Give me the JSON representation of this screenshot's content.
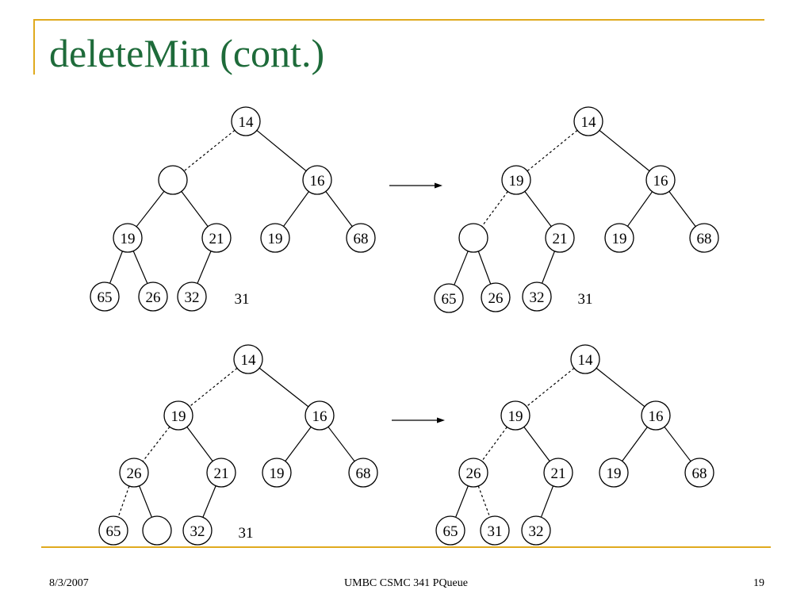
{
  "slide": {
    "title": "deleteMin (cont.)",
    "footer_date": "8/3/2007",
    "footer_center": "UMBC CSMC 341 PQueue",
    "page_number": "19"
  },
  "colors": {
    "title": "#1e6b3a",
    "rule": "#e0aa1e"
  },
  "diagram": {
    "description_free": true,
    "panels": [
      {
        "id": "top-left",
        "nodes": [
          {
            "id": "a",
            "label": "14"
          },
          {
            "id": "b",
            "label": ""
          },
          {
            "id": "c",
            "label": "16"
          },
          {
            "id": "d",
            "label": "19"
          },
          {
            "id": "e",
            "label": "21"
          },
          {
            "id": "f",
            "label": "19"
          },
          {
            "id": "g",
            "label": "68"
          },
          {
            "id": "h",
            "label": "65"
          },
          {
            "id": "i",
            "label": "26"
          },
          {
            "id": "j",
            "label": "32"
          }
        ],
        "edges": [
          {
            "from": "a",
            "to": "b",
            "style": "dashed"
          },
          {
            "from": "a",
            "to": "c",
            "style": "solid"
          },
          {
            "from": "b",
            "to": "d",
            "style": "solid"
          },
          {
            "from": "b",
            "to": "e",
            "style": "solid"
          },
          {
            "from": "c",
            "to": "f",
            "style": "solid"
          },
          {
            "from": "c",
            "to": "g",
            "style": "solid"
          },
          {
            "from": "d",
            "to": "h",
            "style": "solid"
          },
          {
            "from": "d",
            "to": "i",
            "style": "solid"
          },
          {
            "from": "e",
            "to": "j",
            "style": "solid"
          }
        ],
        "floating_label": "31"
      },
      {
        "id": "top-right",
        "nodes": [
          {
            "id": "a",
            "label": "14"
          },
          {
            "id": "b",
            "label": "19"
          },
          {
            "id": "c",
            "label": "16"
          },
          {
            "id": "d",
            "label": ""
          },
          {
            "id": "e",
            "label": "21"
          },
          {
            "id": "f",
            "label": "19"
          },
          {
            "id": "g",
            "label": "68"
          },
          {
            "id": "h",
            "label": "65"
          },
          {
            "id": "i",
            "label": "26"
          },
          {
            "id": "j",
            "label": "32"
          }
        ],
        "edges": [
          {
            "from": "a",
            "to": "b",
            "style": "dashed"
          },
          {
            "from": "a",
            "to": "c",
            "style": "solid"
          },
          {
            "from": "b",
            "to": "d",
            "style": "dashed"
          },
          {
            "from": "b",
            "to": "e",
            "style": "solid"
          },
          {
            "from": "c",
            "to": "f",
            "style": "solid"
          },
          {
            "from": "c",
            "to": "g",
            "style": "solid"
          },
          {
            "from": "d",
            "to": "h",
            "style": "solid"
          },
          {
            "from": "d",
            "to": "i",
            "style": "solid"
          },
          {
            "from": "e",
            "to": "j",
            "style": "solid"
          }
        ],
        "floating_label": "31"
      },
      {
        "id": "bottom-left",
        "nodes": [
          {
            "id": "a",
            "label": "14"
          },
          {
            "id": "b",
            "label": "19"
          },
          {
            "id": "c",
            "label": "16"
          },
          {
            "id": "d",
            "label": "26"
          },
          {
            "id": "e",
            "label": "21"
          },
          {
            "id": "f",
            "label": "19"
          },
          {
            "id": "g",
            "label": "68"
          },
          {
            "id": "h",
            "label": "65"
          },
          {
            "id": "i",
            "label": ""
          },
          {
            "id": "j",
            "label": "32"
          }
        ],
        "edges": [
          {
            "from": "a",
            "to": "b",
            "style": "dashed"
          },
          {
            "from": "a",
            "to": "c",
            "style": "solid"
          },
          {
            "from": "b",
            "to": "d",
            "style": "dashed"
          },
          {
            "from": "b",
            "to": "e",
            "style": "solid"
          },
          {
            "from": "c",
            "to": "f",
            "style": "solid"
          },
          {
            "from": "c",
            "to": "g",
            "style": "solid"
          },
          {
            "from": "d",
            "to": "h",
            "style": "dashed"
          },
          {
            "from": "d",
            "to": "i",
            "style": "solid"
          },
          {
            "from": "e",
            "to": "j",
            "style": "solid"
          }
        ],
        "floating_label": "31"
      },
      {
        "id": "bottom-right",
        "nodes": [
          {
            "id": "a",
            "label": "14"
          },
          {
            "id": "b",
            "label": "19"
          },
          {
            "id": "c",
            "label": "16"
          },
          {
            "id": "d",
            "label": "26"
          },
          {
            "id": "e",
            "label": "21"
          },
          {
            "id": "f",
            "label": "19"
          },
          {
            "id": "g",
            "label": "68"
          },
          {
            "id": "h",
            "label": "65"
          },
          {
            "id": "i",
            "label": "31"
          },
          {
            "id": "j",
            "label": "32"
          }
        ],
        "edges": [
          {
            "from": "a",
            "to": "b",
            "style": "dashed"
          },
          {
            "from": "a",
            "to": "c",
            "style": "solid"
          },
          {
            "from": "b",
            "to": "d",
            "style": "dashed"
          },
          {
            "from": "b",
            "to": "e",
            "style": "solid"
          },
          {
            "from": "c",
            "to": "f",
            "style": "solid"
          },
          {
            "from": "c",
            "to": "g",
            "style": "solid"
          },
          {
            "from": "d",
            "to": "h",
            "style": "solid"
          },
          {
            "from": "d",
            "to": "i",
            "style": "dashed"
          },
          {
            "from": "e",
            "to": "j",
            "style": "solid"
          }
        ],
        "floating_label": ""
      }
    ],
    "arrows": [
      {
        "id": "top-arrow"
      },
      {
        "id": "bottom-arrow"
      }
    ]
  }
}
